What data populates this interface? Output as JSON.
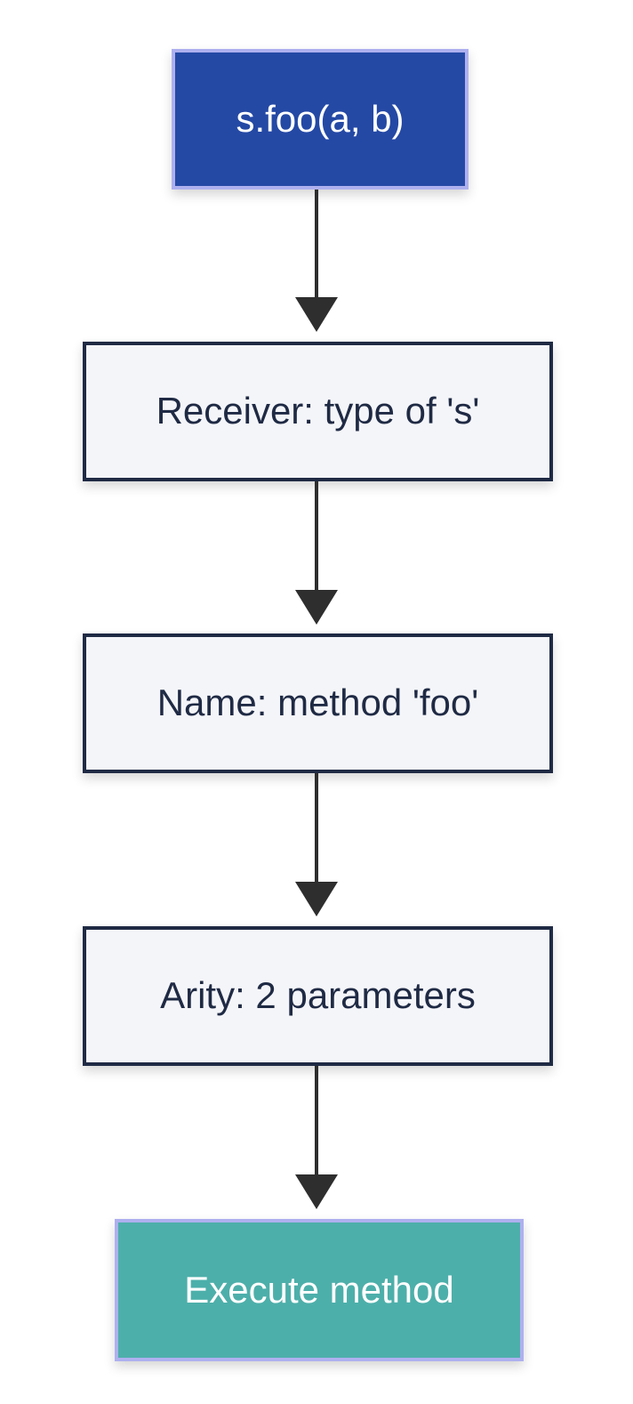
{
  "page": {
    "background_color": "#FFFFFF",
    "content_type": "flowchart"
  },
  "flowchart": {
    "direction": "top-down",
    "arrow_color": "#2E2E2E",
    "nodes": [
      {
        "id": "call",
        "label": "s.foo(a, b)",
        "role": "method-call-start",
        "fill": "#2449A5",
        "border_color": "#AEB0EF",
        "text_color": "#FFFFFF"
      },
      {
        "id": "receiver",
        "label": "Receiver: type of 's'",
        "role": "resolution-step",
        "fill": "#F4F5F9",
        "border_color": "#1F2A44",
        "text_color": "#1F2A44"
      },
      {
        "id": "name",
        "label": "Name: method 'foo'",
        "role": "resolution-step",
        "fill": "#F4F5F9",
        "border_color": "#1F2A44",
        "text_color": "#1F2A44"
      },
      {
        "id": "arity",
        "label": "Arity: 2 parameters",
        "role": "resolution-step",
        "fill": "#F4F5F9",
        "border_color": "#1F2A44",
        "text_color": "#1F2A44"
      },
      {
        "id": "execute",
        "label": "Execute method",
        "role": "end",
        "fill": "#4DAFAA",
        "border_color": "#AEB0EF",
        "text_color": "#FFFFFF"
      }
    ],
    "edges": [
      {
        "from": "call",
        "to": "receiver"
      },
      {
        "from": "receiver",
        "to": "name"
      },
      {
        "from": "name",
        "to": "arity"
      },
      {
        "from": "arity",
        "to": "execute"
      }
    ]
  }
}
